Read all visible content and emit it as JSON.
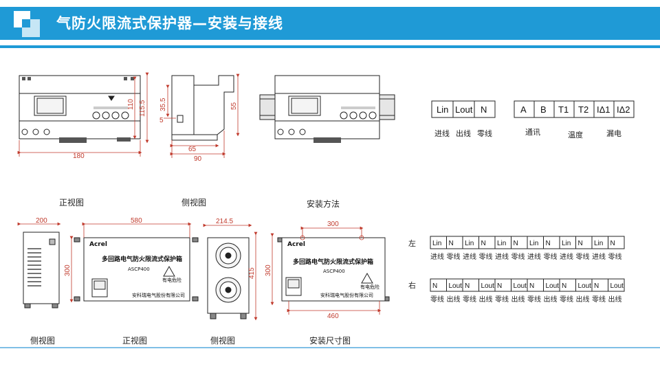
{
  "header": {
    "title": "气防火限流式保护器—安装与接线",
    "accent_color": "#1f9ad6"
  },
  "captions": {
    "front_view": "正视图",
    "side_view": "侧视图",
    "install_method": "安装方法",
    "box_side_view_left": "侧视图",
    "box_front_view": "正视图",
    "box_side_view_right": "侧视图",
    "install_size": "安装尺寸图"
  },
  "device_dims": {
    "front_width": "180",
    "front_height_inner": "110",
    "front_height_outer": "115.5",
    "side_top": "35.5",
    "side_small": "5",
    "side_right": "55",
    "side_width_inner": "65",
    "side_width_outer": "90"
  },
  "box_dims": {
    "side_width": "200",
    "front_width": "580",
    "front_height": "300",
    "side2_width": "214.5",
    "side2_height": "415",
    "install_height": "300",
    "install_top": "300",
    "install_bottom": "460"
  },
  "box_text": {
    "brand": "Acrel",
    "title": "多回路电气防火限流式保护箱",
    "model": "ASCP400",
    "warning": "有电危险",
    "company": "安科瑞电气股份有限公司"
  },
  "terminals_top": {
    "group1": [
      "Lin",
      "Lout",
      "N"
    ],
    "group1_labels": [
      "进线",
      "出线",
      "零线"
    ],
    "group2": [
      "A",
      "B",
      "T1",
      "T2",
      "IΔ1",
      "IΔ2"
    ],
    "group2_labels": [
      "通讯",
      "温度",
      "漏电"
    ]
  },
  "terminals_rows": {
    "left_label": "左",
    "right_label": "右",
    "left_row": [
      "Lin",
      "N",
      "Lin",
      "N",
      "Lin",
      "N",
      "Lin",
      "N",
      "Lin",
      "N",
      "Lin",
      "N"
    ],
    "left_row_labels": [
      "进线",
      "零线",
      "进线",
      "零线",
      "进线",
      "零线",
      "进线",
      "零线",
      "进线",
      "零线",
      "进线",
      "零线"
    ],
    "right_row": [
      "N",
      "Lout",
      "N",
      "Lout",
      "N",
      "Lout",
      "N",
      "Lout",
      "N",
      "Lout",
      "N",
      "Lout"
    ],
    "right_row_labels": [
      "零线",
      "出线",
      "零线",
      "出线",
      "零线",
      "出线",
      "零线",
      "出线",
      "零线",
      "出线",
      "零线",
      "出线"
    ]
  }
}
